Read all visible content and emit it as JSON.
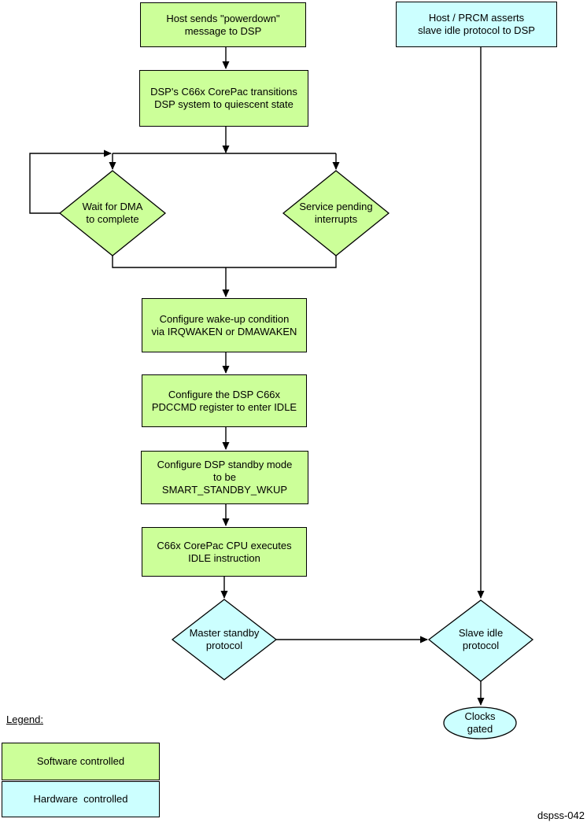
{
  "colors": {
    "software_controlled": "#ccff99",
    "hardware_controlled": "#ccffff",
    "line": "#000000",
    "background": "#ffffff"
  },
  "nodes": {
    "host_powerdown": {
      "type": "software",
      "shape": "rect",
      "text": "Host sends \"powerdown\"\nmessage to DSP"
    },
    "host_prcm": {
      "type": "hardware",
      "shape": "rect",
      "text": "Host / PRCM asserts\nslave idle protocol to DSP"
    },
    "corepac_transitions": {
      "type": "software",
      "shape": "rect",
      "text": "DSP's C66x CorePac transitions\nDSP system to quiescent state"
    },
    "wait_dma": {
      "type": "software",
      "shape": "diamond",
      "text": "Wait for DMA\nto complete"
    },
    "service_interrupts": {
      "type": "software",
      "shape": "diamond",
      "text": "Service pending\ninterrupts"
    },
    "configure_wakeup": {
      "type": "software",
      "shape": "rect",
      "text": "Configure wake-up condition\nvia IRQWAKEN or DMAWAKEN"
    },
    "configure_pdccmd": {
      "type": "software",
      "shape": "rect",
      "text": "Configure the DSP C66x\nPDCCMD register to enter IDLE"
    },
    "configure_standby": {
      "type": "software",
      "shape": "rect",
      "text": "Configure DSP standby mode\nto be\nSMART_STANDBY_WKUP"
    },
    "idle_instruction": {
      "type": "software",
      "shape": "rect",
      "text": "C66x CorePac CPU executes\nIDLE instruction"
    },
    "master_standby": {
      "type": "hardware",
      "shape": "diamond",
      "text": "Master standby\nprotocol"
    },
    "slave_idle": {
      "type": "hardware",
      "shape": "diamond",
      "text": "Slave idle\nprotocol"
    },
    "clocks_gated": {
      "type": "hardware",
      "shape": "ellipse",
      "text": "Clocks\ngated"
    }
  },
  "legend": {
    "title": "Legend:",
    "items": [
      {
        "label": "Software controlled",
        "color": "#ccff99"
      },
      {
        "label": "Hardware  controlled",
        "color": "#ccffff"
      }
    ]
  },
  "figure_id": "dspss-042"
}
